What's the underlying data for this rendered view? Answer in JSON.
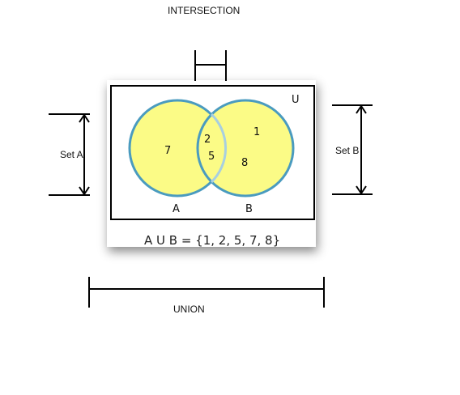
{
  "labels": {
    "intersection": "INTERSECTION",
    "union": "UNION",
    "set_a": "Set A",
    "set_b": "Set B",
    "universe": "U",
    "circle_a": "A",
    "circle_b": "B"
  },
  "regions": {
    "a_only": "7",
    "intersection_1": "2",
    "intersection_2": "5",
    "b_only_1": "1",
    "b_only_2": "8"
  },
  "formula": "A U B = {1, 2, 5, 7, 8}",
  "colors": {
    "circle_fill": "#fbfb86",
    "circle_stroke": "#4a9bbf",
    "intersection_stroke": "#a8cfe0",
    "frame": "#000000"
  }
}
